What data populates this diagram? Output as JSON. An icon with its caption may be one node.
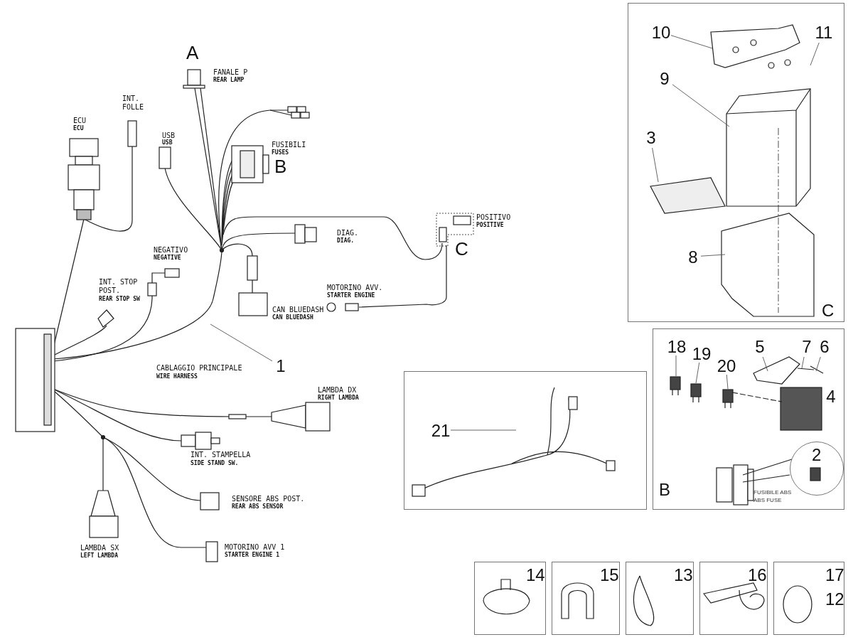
{
  "diagram": {
    "nodes": [
      {
        "text": [
          "1"
        ]
      },
      {
        "text": [
          "C"
        ]
      },
      {
        "text": [
          "10"
        ],
        "in": 1
      },
      {
        "text": [
          "11"
        ],
        "in": 1
      },
      {
        "text": [
          "9"
        ],
        "in": 1
      },
      {
        "text": [
          "3"
        ],
        "in": 1
      },
      {
        "text": [
          "8"
        ],
        "in": 1
      },
      {
        "text": [
          "B"
        ]
      },
      {
        "text": [
          "18"
        ],
        "in": 7
      },
      {
        "text": [
          "19"
        ],
        "in": 7
      },
      {
        "text": [
          "20"
        ],
        "in": 7
      },
      {
        "text": [
          "5"
        ],
        "in": 7
      },
      {
        "text": [
          "7"
        ],
        "in": 7
      },
      {
        "text": [
          "6"
        ],
        "in": 7
      },
      {
        "text": [
          "4"
        ],
        "in": 7
      },
      {
        "text": [
          "2"
        ],
        "in": 7
      },
      {
        "text": [],
        "shape": "box"
      },
      {
        "text": [
          "21"
        ],
        "in": 16
      },
      {
        "text": [
          "14"
        ]
      },
      {
        "text": [
          "15"
        ]
      },
      {
        "text": [
          "13"
        ]
      },
      {
        "text": [
          "16"
        ]
      },
      {
        "text": [
          "17",
          "12"
        ]
      }
    ],
    "edges": [
      {
        "from": 0,
        "to": null,
        "arrow": "none"
      },
      {
        "from": 2,
        "to": null,
        "arrow": "none"
      },
      {
        "from": 3,
        "to": null,
        "arrow": "none"
      },
      {
        "from": 4,
        "to": null,
        "arrow": "none"
      },
      {
        "from": 5,
        "to": null,
        "arrow": "none"
      },
      {
        "from": 6,
        "to": null,
        "arrow": "none"
      },
      {
        "from": 8,
        "to": null,
        "arrow": "none"
      },
      {
        "from": 9,
        "to": null,
        "arrow": "none"
      },
      {
        "from": 10,
        "to": null,
        "arrow": "none"
      },
      {
        "from": 11,
        "to": null,
        "arrow": "none"
      },
      {
        "from": 12,
        "to": null,
        "arrow": "none"
      },
      {
        "from": 13,
        "to": null,
        "arrow": "none"
      },
      {
        "from": 14,
        "to": null,
        "arrow": "none"
      },
      {
        "from": 17,
        "to": null,
        "arrow": "none"
      }
    ],
    "labels": [
      "A",
      "FANALE P",
      "REAR LAMP",
      "INT. FOLLE",
      "ECU",
      "ECU",
      "USB",
      "USB",
      "FUSIBILI",
      "FUSES",
      "B",
      "POSITIVO",
      "POSITIVE",
      "DIAG.",
      "DIAG.",
      "C",
      "NEGATIVO",
      "NEGATIVE",
      "INT. STOP POST.",
      "REAR STOP SW",
      "MOTORINO AVV.",
      "STARTER ENGINE",
      "CAN BLUEDASH",
      "CAN BLUEDASH",
      "CABLAGGIO PRINCIPALE",
      "WIRE HARNESS",
      "LAMBDA DX",
      "RIGHT LAMBDA",
      "INT. STAMPELLA",
      "SIDE STAND SW.",
      "SENSORE ABS POST.",
      "REAR ABS SENSOR",
      "LAMBDA SX",
      "LEFT LAMBDA",
      "MOTORINO AVV 1",
      "STARTER ENGINE 1",
      "FUSIBILE ABS",
      "ABS FUSE"
    ]
  }
}
